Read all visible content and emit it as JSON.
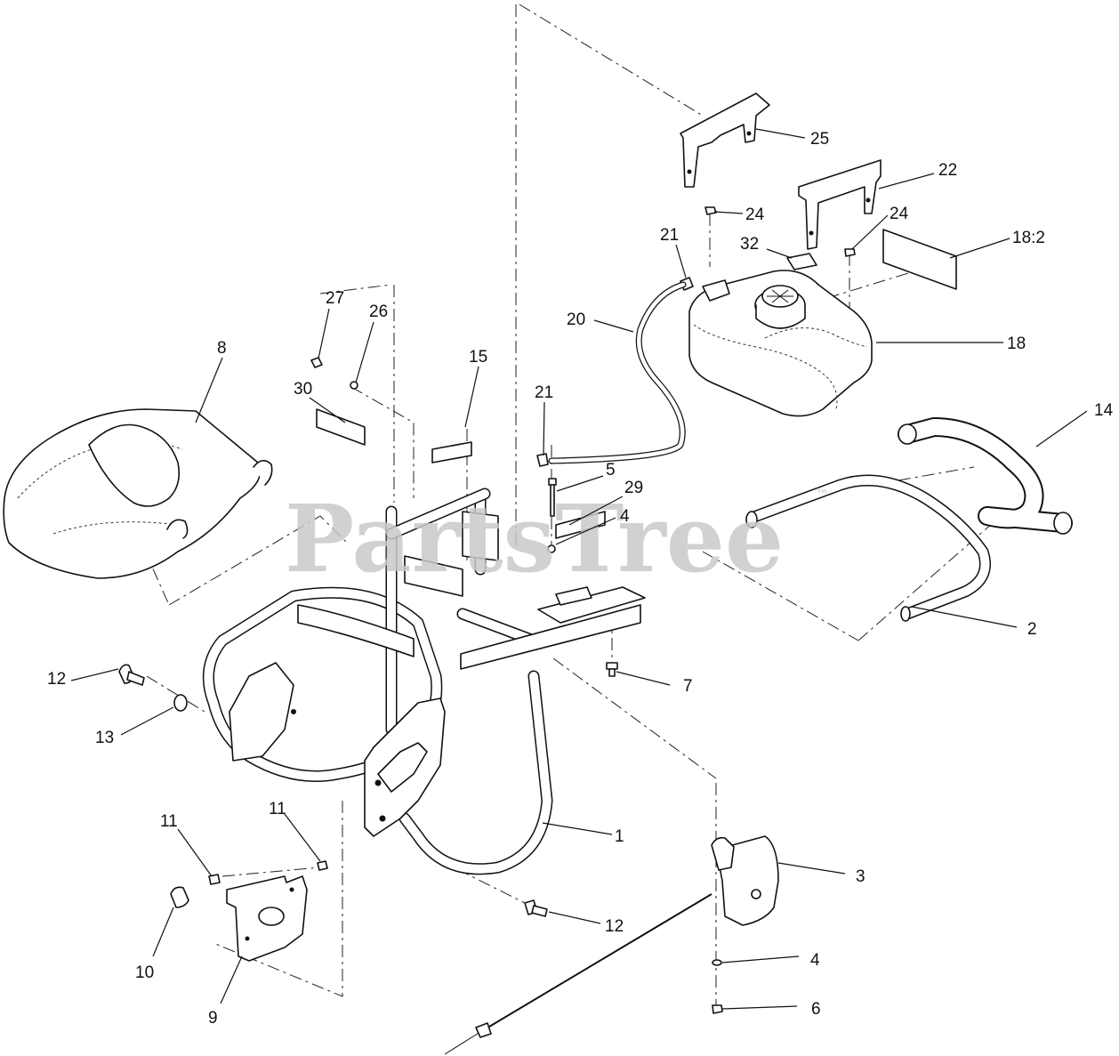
{
  "watermark": {
    "text": "PartsTree",
    "mark": "™"
  },
  "callouts": [
    {
      "id": "c25",
      "text": "25"
    },
    {
      "id": "c22",
      "text": "22"
    },
    {
      "id": "c24a",
      "text": "24"
    },
    {
      "id": "c24b",
      "text": "24"
    },
    {
      "id": "c21a",
      "text": "21"
    },
    {
      "id": "c32",
      "text": "32"
    },
    {
      "id": "c18-2",
      "text": "18:2"
    },
    {
      "id": "c20",
      "text": "20"
    },
    {
      "id": "c18",
      "text": "18"
    },
    {
      "id": "c27",
      "text": "27"
    },
    {
      "id": "c26",
      "text": "26"
    },
    {
      "id": "c8",
      "text": "8"
    },
    {
      "id": "c15",
      "text": "15"
    },
    {
      "id": "c30",
      "text": "30"
    },
    {
      "id": "c21b",
      "text": "21"
    },
    {
      "id": "c14",
      "text": "14"
    },
    {
      "id": "c5",
      "text": "5"
    },
    {
      "id": "c29",
      "text": "29"
    },
    {
      "id": "c4a",
      "text": "4"
    },
    {
      "id": "c2",
      "text": "2"
    },
    {
      "id": "c7",
      "text": "7"
    },
    {
      "id": "c12a",
      "text": "12"
    },
    {
      "id": "c13",
      "text": "13"
    },
    {
      "id": "c1",
      "text": "1"
    },
    {
      "id": "c11a",
      "text": "11"
    },
    {
      "id": "c11b",
      "text": "11"
    },
    {
      "id": "c3",
      "text": "3"
    },
    {
      "id": "c12b",
      "text": "12"
    },
    {
      "id": "c10",
      "text": "10"
    },
    {
      "id": "c4b",
      "text": "4"
    },
    {
      "id": "c9",
      "text": "9"
    },
    {
      "id": "c6",
      "text": "6"
    }
  ]
}
